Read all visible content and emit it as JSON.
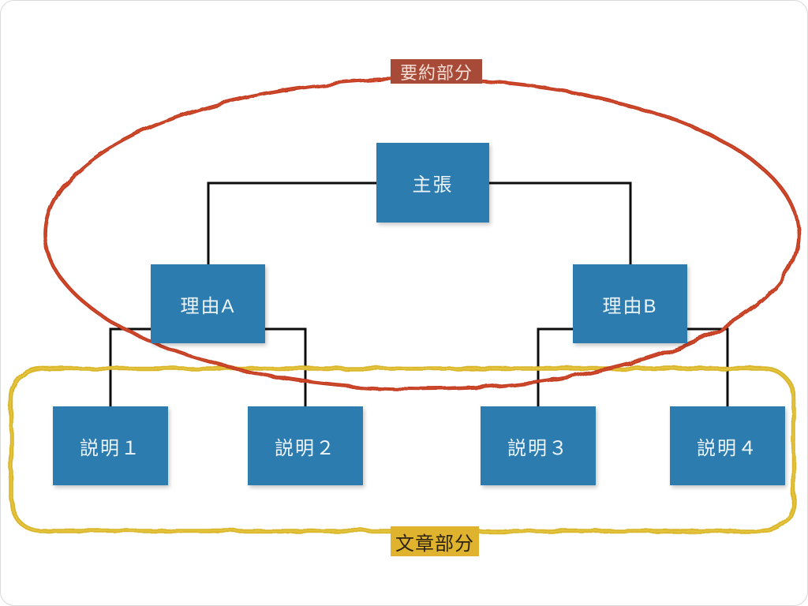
{
  "slide": {
    "background": "#ffffff",
    "edge": "#d9d9d9"
  },
  "colors": {
    "node_fill": "#2d7cb0",
    "node_text": "#eef5fa",
    "connector": "#0c0c0c",
    "summary_ellipse_stroke": "#c23b21",
    "summary_ellipse_highlight": "#d2512f",
    "body_rect_stroke": "#d9b52b",
    "body_rect_highlight": "#e6c642",
    "summary_label_bg": "#a84a38",
    "summary_label_text": "#f4ded5",
    "body_label_bg": "#e0b32e",
    "body_label_text": "#2b2310"
  },
  "nodes": [
    {
      "id": "claim",
      "label": "主張"
    },
    {
      "id": "reason-a",
      "label": "理由A"
    },
    {
      "id": "reason-b",
      "label": "理由B"
    },
    {
      "id": "explanation-1",
      "label": "説明１"
    },
    {
      "id": "explanation-2",
      "label": "説明２"
    },
    {
      "id": "explanation-3",
      "label": "説明３"
    },
    {
      "id": "explanation-4",
      "label": "説明４"
    }
  ],
  "annotations": {
    "summary_label": "要約部分",
    "body_label": "文章部分"
  }
}
